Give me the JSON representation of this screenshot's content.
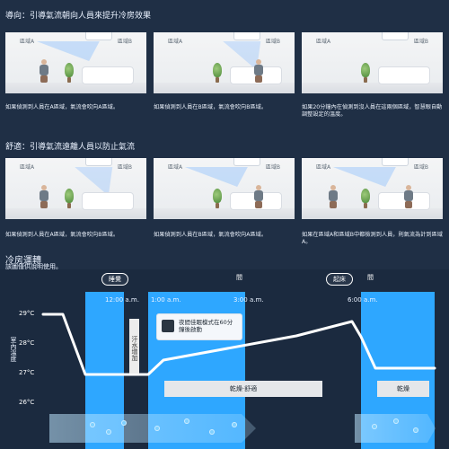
{
  "sections": {
    "guide": {
      "title": "導向：引導氣流朝向人員來提升冷房效果",
      "panels": [
        {
          "zoneA": "區域A",
          "zoneB": "區域B",
          "caption": "如果偵測到人員在A區域，氣流會吹向A區域。"
        },
        {
          "zoneA": "區域A",
          "zoneB": "區域B",
          "caption": "如果偵測到人員在B區域，氣流會吹向B區域。"
        },
        {
          "zoneA": "區域A",
          "zoneB": "區域B",
          "caption": "如果20分鐘內在偵測到沒人員在這兩個區域，智慧眼自動調整設定的溫度。"
        }
      ]
    },
    "comfort": {
      "title": "舒適：引導氣流遠離人員以防止氣流",
      "panels": [
        {
          "zoneA": "區域A",
          "zoneB": "區域B",
          "caption": "如果偵測到人員在A區域，氣流會吹向B區域。"
        },
        {
          "zoneA": "區域A",
          "zoneB": "區域B",
          "caption": "如果偵測到人員在B區域，氣流會吹向A區域。"
        },
        {
          "zoneA": "區域A",
          "zoneB": "區域B",
          "caption": "如果在區域A和區域B中都檢測到人員，則氣流為計到區域A。"
        }
      ]
    },
    "cooling": {
      "title": "冷房運轉",
      "subtitle": "該圖僅供說明使用。",
      "tags": {
        "sleep": "睡覺",
        "wake": "起床"
      },
      "times": {
        "t1": "12:00 a.m.",
        "t2": "1:00 a.m.",
        "t3": "3:00 a.m.",
        "t4": "6:00 a.m."
      },
      "mid_top_1": "間",
      "mid_top_2": "間",
      "y_axis_label": "室內溫度",
      "y_ticks": [
        "29°C",
        "28°C",
        "27°C",
        "26°C"
      ],
      "sweat_label": "汗水增加",
      "dry_comfort": "乾燥·舒適",
      "dry": "乾燥",
      "badge_text": "夜間佳眠模式在60分鐘後啟動"
    }
  },
  "colors": {
    "background": "#1f2f45",
    "accent_blue": "#2ea7ff",
    "panel_bg": "#eef1f4",
    "temp_line": "#ffffff"
  }
}
